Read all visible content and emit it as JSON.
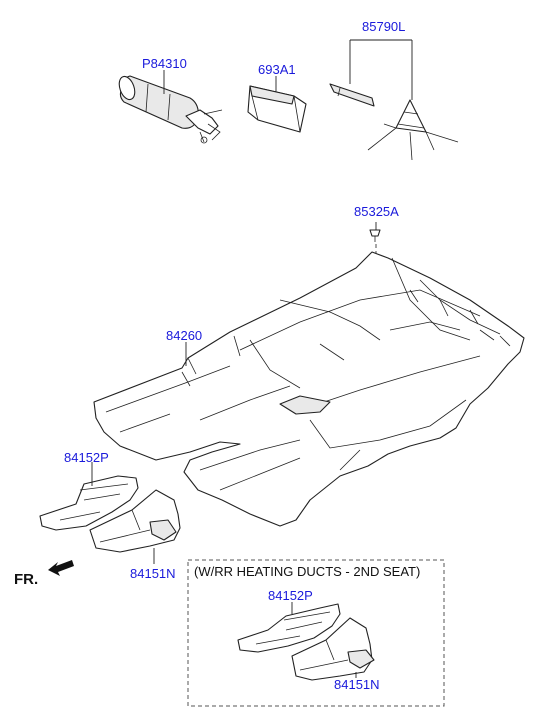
{
  "parts": {
    "extinguisher": "P84310",
    "kit_box": "693A1",
    "triangle": "85790L",
    "clip": "85325A",
    "carpet": "84260",
    "front_duct_cover": "84152P",
    "rear_duct_cover": "84151N",
    "alt_front_duct_cover": "84152P",
    "alt_rear_duct_cover": "84151N"
  },
  "direction_label": "FR.",
  "option_box_title": "(W/RR HEATING DUCTS - 2ND SEAT)",
  "colors": {
    "part_number": "#1a1adb",
    "line": "#222222"
  }
}
